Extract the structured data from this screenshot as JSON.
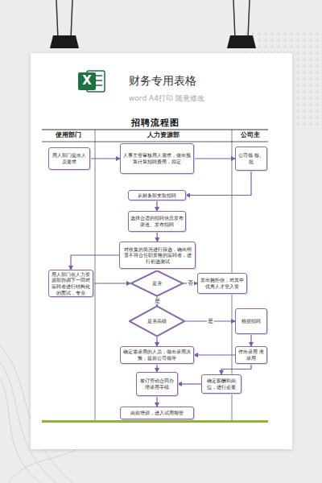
{
  "diagram": {
    "title": "招聘流程图",
    "nodes": [
      {
        "text": [
          "用人部门提出人员要求"
        ]
      },
      {
        "text": [
          "人事主管审核用人需求，做出预算计算招聘费用，拟定"
        ]
      },
      {
        "text": [
          "公司领 核、批"
        ]
      },
      {
        "text": [
          "从财务部支取招聘"
        ]
      },
      {
        "text": [
          "选择合适的招聘信息发布渠道、发布招聘"
        ]
      },
      {
        "text": [
          "对收集的简历进行筛选，确出明显不符合任职资格的应聘者，进行初选测试"
        ]
      },
      {
        "text": [
          "用人部门在人力资源部协调下一同对应聘者进行结构化的面试，专业"
        ]
      },
      {
        "text": [
          "是否"
        ]
      },
      {
        "text": [
          "发出婉拒信，对其中优秀人才登入资"
        ]
      },
      {
        "text": [
          "是否高级"
        ]
      },
      {
        "text": [
          "根据招聘"
        ]
      },
      {
        "text": [
          "确定需录用的人员，做出录用决策，提前公司领导"
        ]
      },
      {
        "text": [
          "作出录用 准录用"
        ]
      },
      {
        "text": [
          "签订劳动合同办理录用手续"
        ]
      },
      {
        "text": [
          "确定薪酬和岗位，进行必要"
        ]
      },
      {
        "text": [
          "岗前培训，进入试用期管"
        ]
      }
    ],
    "edges": [
      {
        "from": 0,
        "to": 1,
        "arrow": "to"
      },
      {
        "from": 1,
        "to": 2,
        "arrow": "to"
      },
      {
        "from": 2,
        "to": 3,
        "arrow": "to"
      },
      {
        "from": 3,
        "to": 4,
        "arrow": "to"
      },
      {
        "from": 4,
        "to": 5,
        "arrow": "to"
      },
      {
        "from": 5,
        "to": 6,
        "arrow": "to"
      },
      {
        "from": 6,
        "to": 7,
        "arrow": "to"
      },
      {
        "from": 7,
        "to": 8,
        "label": "否",
        "arrow": "to"
      },
      {
        "from": 7,
        "to": 9,
        "label": "是",
        "arrow": "to"
      },
      {
        "from": 9,
        "to": 10,
        "label": "是",
        "arrow": "to"
      },
      {
        "from": 10,
        "to": 12,
        "arrow": "to"
      },
      {
        "from": 12,
        "to": 11,
        "arrow": "to"
      },
      {
        "from": 9,
        "to": 11,
        "arrow": "to"
      },
      {
        "from": 11,
        "to": 13,
        "arrow": "to"
      },
      {
        "from": 12,
        "to": 14,
        "arrow": "to"
      },
      {
        "from": 14,
        "to": 13,
        "arrow": "to"
      },
      {
        "from": 13,
        "to": 15,
        "arrow": "to"
      }
    ],
    "labels": [
      "财务专用表格",
      "word A4打印 随意修改",
      "X",
      "使用部门",
      "人力资源部",
      "公司主"
    ]
  }
}
